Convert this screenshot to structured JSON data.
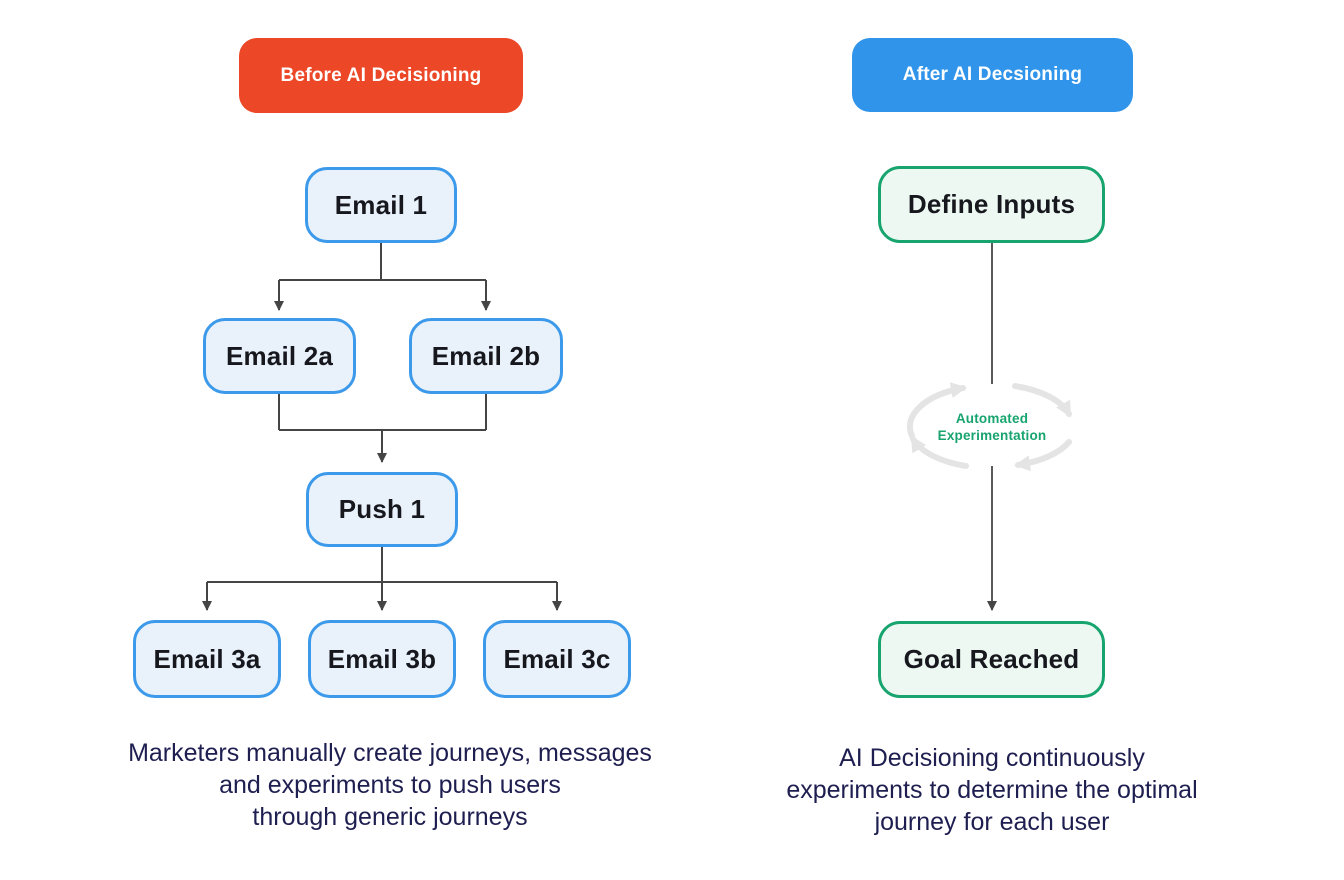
{
  "colors": {
    "badge_before_bg": "#EC4726",
    "badge_after_bg": "#3095EA",
    "node_blue_border": "#3D9AEA",
    "node_blue_fill": "#E9F2FB",
    "node_green_border": "#17A46E",
    "node_green_fill": "#EDF8F2",
    "connector": "#454545",
    "caption_text": "#1E1E50",
    "node_text": "#17171E",
    "loop_arrow": "#E4E4E4",
    "loop_text": "#17A46E",
    "badge_text": "#FFFFFF"
  },
  "left": {
    "badge": "Before AI Decisioning",
    "nodes": {
      "email1": "Email 1",
      "email2a": "Email 2a",
      "email2b": "Email 2b",
      "push1": "Push 1",
      "email3a": "Email 3a",
      "email3b": "Email 3b",
      "email3c": "Email 3c"
    },
    "caption": {
      "line1": "Marketers manually create journeys, messages",
      "line2": "and experiments to push users",
      "line3": "through generic journeys"
    }
  },
  "right": {
    "badge": "After AI Decsioning",
    "nodes": {
      "define_inputs": "Define Inputs",
      "goal_reached": "Goal Reached"
    },
    "loop": {
      "line1": "Automated",
      "line2": "Experimentation"
    },
    "caption": {
      "line1": "AI Decisioning continuously",
      "line2": "experiments to determine the optimal",
      "line3": "journey for each user"
    }
  }
}
